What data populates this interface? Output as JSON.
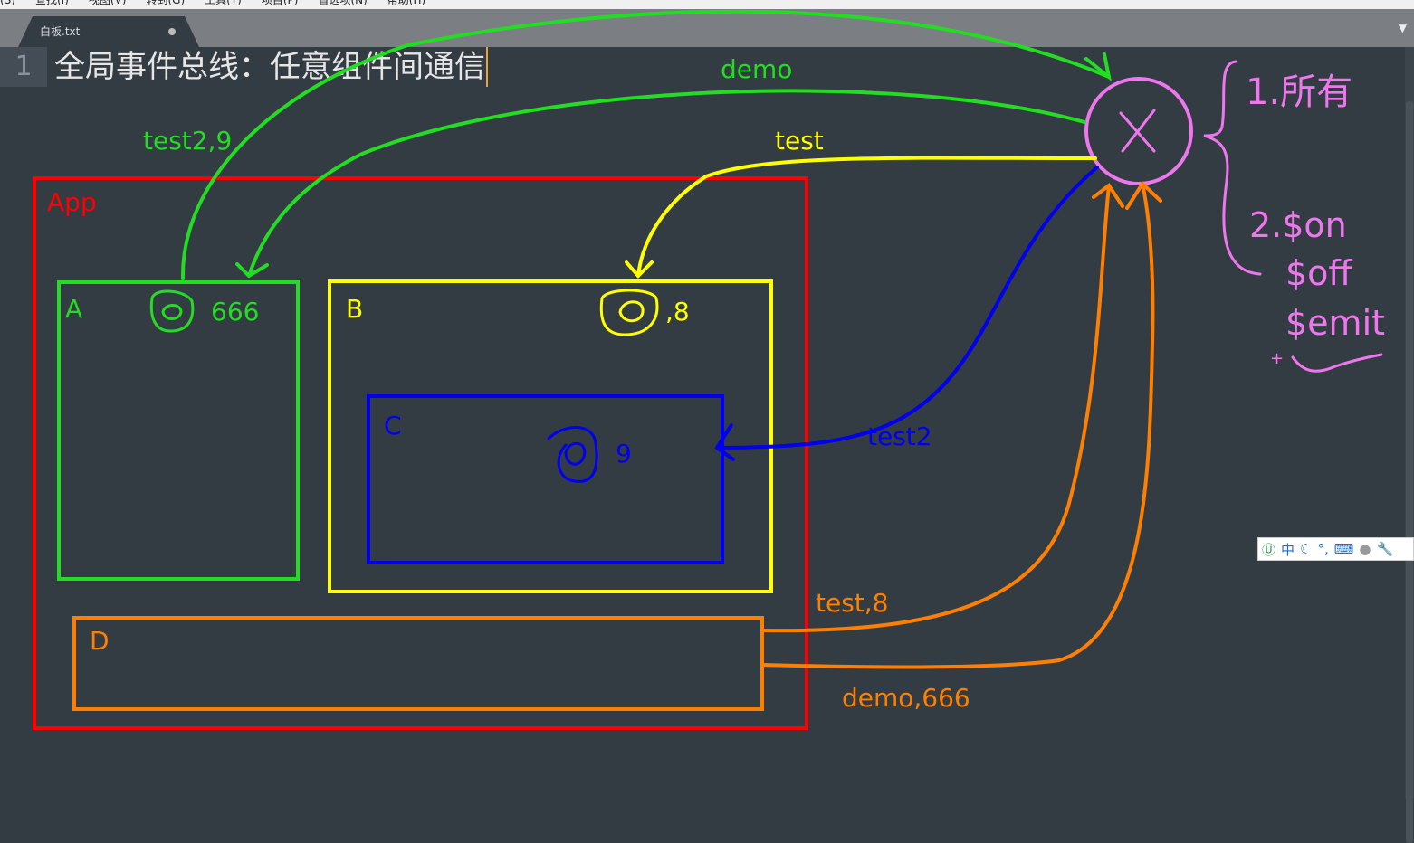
{
  "menu": [
    "(S)",
    "查找(I)",
    "视图(V)",
    "转到(G)",
    "工具(T)",
    "项目(P)",
    "首选项(N)",
    "帮助(H)"
  ],
  "tab": {
    "label": "白板.txt"
  },
  "editor": {
    "line_number": "1",
    "line_text": "全局事件总线：任意组件间通信"
  },
  "drawing": {
    "colors": {
      "app": "#ff0000",
      "a": "#00e000",
      "b": "#ffff00",
      "c": "#0000ee",
      "d": "#ff8000",
      "bus": "#ee77ee"
    },
    "boxes": {
      "app": "App",
      "a": "A",
      "b": "B",
      "c": "C",
      "d": "D"
    },
    "bus_symbol": "X",
    "labels": {
      "a_value": "666",
      "b_value": ",8",
      "c_value": "9",
      "demo": "demo",
      "test": "test",
      "test2_9": "test2,9",
      "test2": "test2",
      "test_8": "test,8",
      "demo_666": "demo,666"
    },
    "notes": {
      "item1": "1.所有",
      "item2": "2.$on",
      "item3": "$off",
      "item4": "$emit",
      "plus": "+"
    }
  },
  "ime": {
    "mode": "中"
  }
}
